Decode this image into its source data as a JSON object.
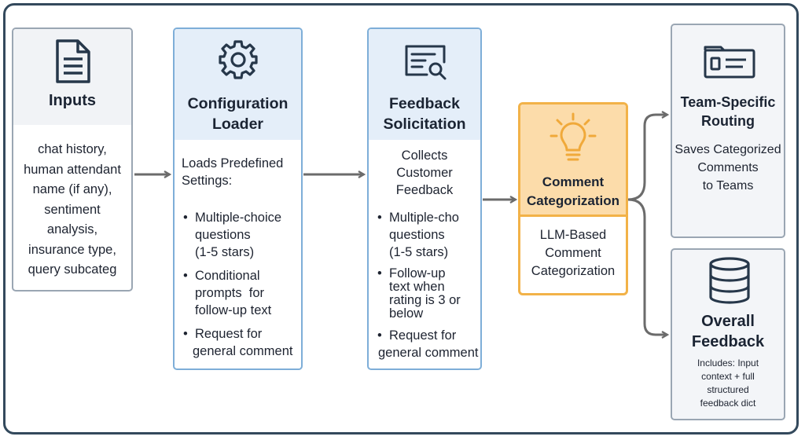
{
  "colors": {
    "frame": "#33495c",
    "gray_border": "#9aa6b3",
    "blue_border": "#7eaed8",
    "orange_border": "#f2b248",
    "arrow": "#6b6b6b",
    "icon": "#26374a"
  },
  "inputs": {
    "icon": "document-icon",
    "title": "Inputs",
    "lines": [
      "chat history,",
      "human attendant",
      "name (if any),",
      "sentiment",
      "analysis,",
      "insurance type,",
      "query subcateg"
    ]
  },
  "config": {
    "icon": "gear-icon",
    "title_line1": "Configuration",
    "title_line2": "Loader",
    "intro_line1": "Loads Predefined",
    "intro_line2": "Settings:",
    "bullets": [
      {
        "lines": [
          "Multiple-choice",
          "questions",
          "(1-5 stars)"
        ]
      },
      {
        "lines": [
          "Conditional",
          "prompts  for",
          "follow-up text"
        ]
      },
      {
        "lines": [
          "Request for",
          "general comment"
        ]
      }
    ]
  },
  "feedback": {
    "icon": "search-document-icon",
    "title_line1": "Feedback",
    "title_line2": "Solicitation",
    "intro": [
      "Collects",
      "Customer",
      "Feedback"
    ],
    "bullets": [
      {
        "lines": [
          "Multiple-cho",
          "questions",
          "(1-5 stars)"
        ]
      },
      {
        "lines": [
          "Follow-up",
          "text when",
          "rating is 3 or",
          "below"
        ]
      },
      {
        "lines": [
          "Request for",
          "general comment"
        ]
      }
    ]
  },
  "categorization": {
    "icon": "lightbulb-icon",
    "title_line1": "Comment",
    "title_line2": "Categorization",
    "body": [
      "LLM-Based",
      "Comment",
      "Categorization"
    ]
  },
  "routing": {
    "icon": "id-card-icon",
    "title_line1": "Team-Specific",
    "title_line2": "Routing",
    "body": [
      "Saves Categorized",
      "Comments",
      "to Teams"
    ]
  },
  "overall": {
    "icon": "database-icon",
    "title_line1": "Overall",
    "title_line2": "Feedback",
    "body": [
      "Includes: Input",
      "context + full",
      "structured",
      "feedback dict"
    ]
  }
}
